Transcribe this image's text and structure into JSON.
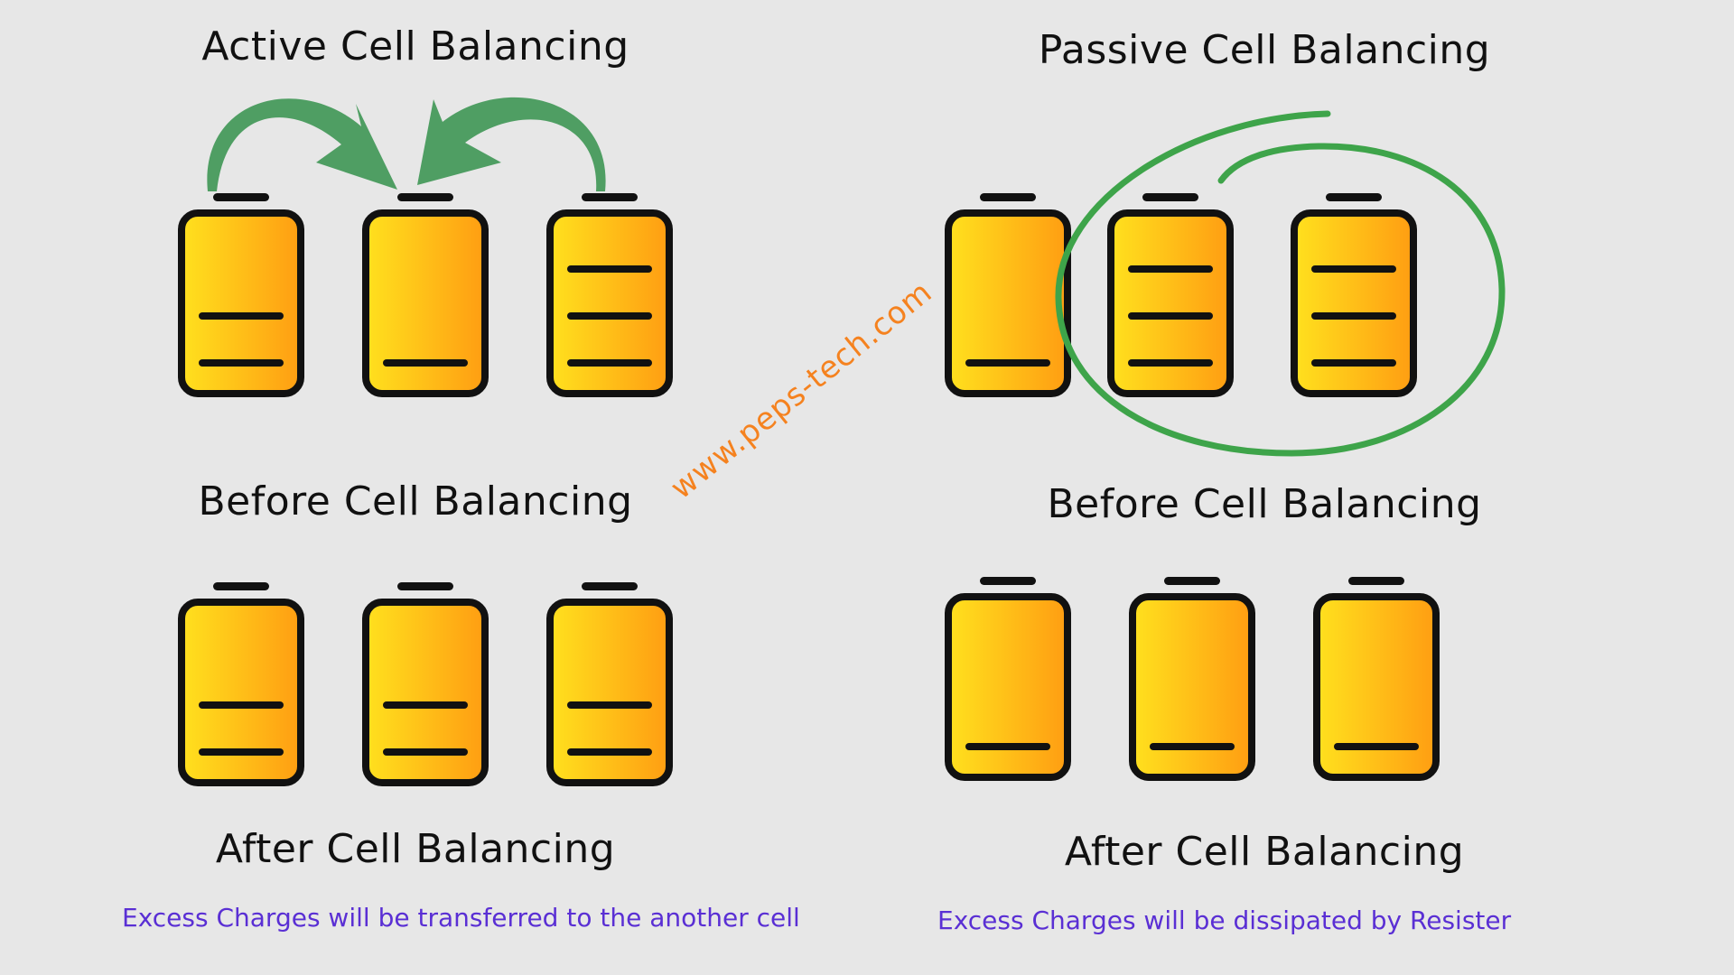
{
  "active": {
    "title": "Active Cell Balancing",
    "before_caption": "Before Cell Balancing",
    "after_caption": "After Cell Balancing",
    "note": "Excess Charges will be transferred to the another cell",
    "before_levels": [
      2,
      1,
      3
    ],
    "after_levels": [
      2,
      2,
      2
    ]
  },
  "passive": {
    "title": "Passive Cell Balancing",
    "before_caption": "Before Cell Balancing",
    "after_caption": "After Cell Balancing",
    "note": "Excess Charges will be dissipated  by Resister",
    "before_levels": [
      1,
      3,
      3
    ],
    "after_levels": [
      1,
      1,
      1
    ]
  },
  "watermark": "www.peps-tech.com",
  "colors": {
    "background": "#e7e7e7",
    "battery_fill_start": "#ffe11e",
    "battery_fill_end": "#ff9d12",
    "battery_outline": "#111111",
    "arrow": "#4f9e63",
    "circle": "#3ea44a",
    "note_text": "#5a2fd4",
    "watermark": "#f5821f"
  }
}
